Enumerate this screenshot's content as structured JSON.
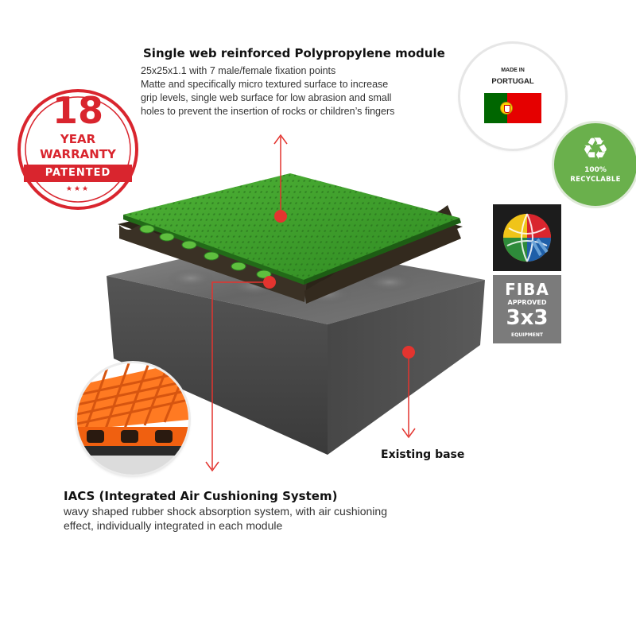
{
  "top_block": {
    "title": "Single web reinforced Polypropylene module",
    "lines": [
      "25x25x1.1 with 7 male/female fixation points",
      "Matte and specifically micro textured surface to increase",
      "grip levels, single web surface for low abrasion and small",
      "holes to prevent the insertion of rocks or children’s fingers"
    ]
  },
  "iacs_block": {
    "title": "IACS (Integrated Air Cushioning System)",
    "lines": [
      "wavy shaped rubber shock absorption system, with air cushioning",
      "effect, individually integrated in each module"
    ]
  },
  "base_label": "Existing base",
  "made_in": {
    "label": "MADE IN",
    "country": "PORTUGAL"
  },
  "recyclable": {
    "icon": "recycle-icon",
    "percent": "100%",
    "label": "RECYCLABLE"
  },
  "warranty": {
    "years": "18",
    "unit": "YEAR",
    "word": "WARRANTY",
    "band": "PATENTED",
    "stars": "★★★"
  },
  "fiba": {
    "word": "FIBA",
    "approved": "APPROVED",
    "format": "3x3",
    "equipment": "EQUIPMENT"
  },
  "colors": {
    "accent_red": "#d9252e",
    "tile_green": "#3f9e2c",
    "recycle_green": "#6ab04c",
    "base_gray": "#4a4a4a",
    "closeup_orange": "#ff6a1a"
  }
}
